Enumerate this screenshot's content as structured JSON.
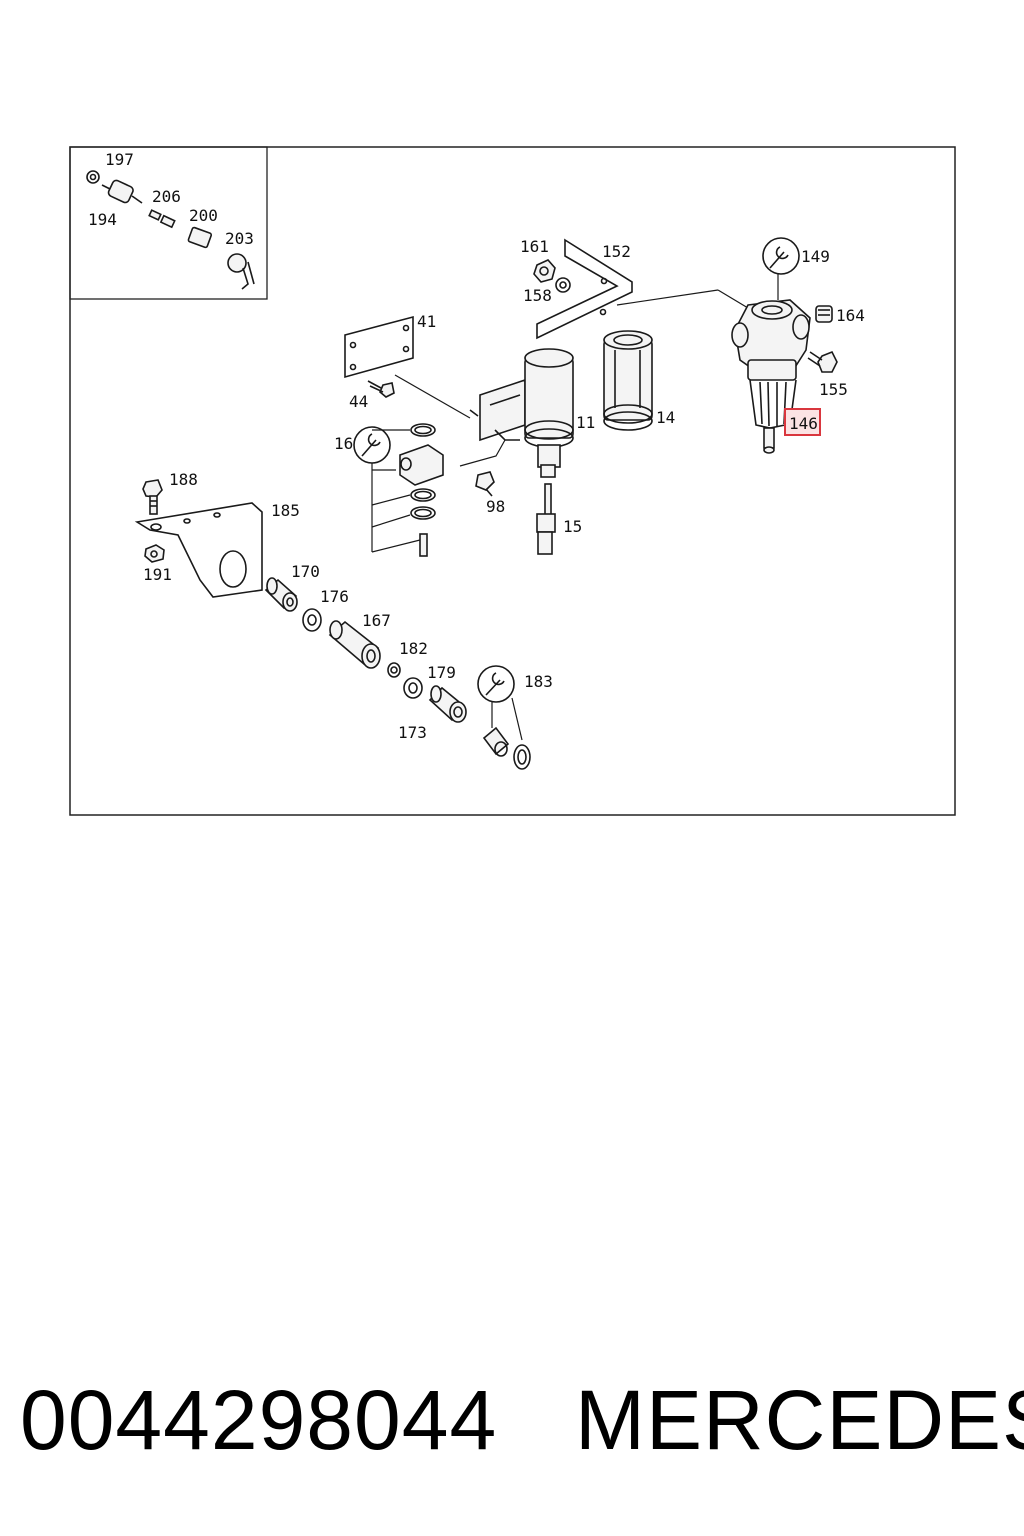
{
  "diagram": {
    "callouts": [
      "197",
      "194",
      "206",
      "200",
      "203",
      "161",
      "152",
      "158",
      "149",
      "164",
      "155",
      "146",
      "41",
      "44",
      "16",
      "11",
      "14",
      "98",
      "15",
      "188",
      "185",
      "191",
      "170",
      "176",
      "167",
      "182",
      "179",
      "173",
      "183"
    ],
    "highlighted_callout": "146",
    "highlight_color": "#d9363e",
    "highlight_fill": "#fbe3e4"
  },
  "caption": {
    "part_number": "0044298044",
    "brand": "MERCEDES"
  }
}
